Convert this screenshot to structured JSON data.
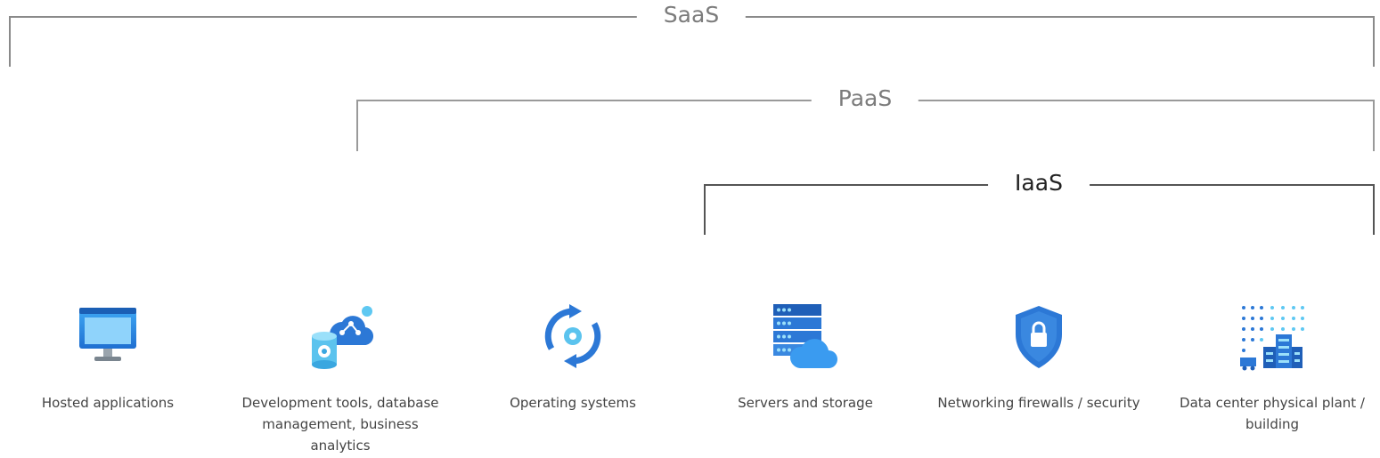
{
  "tiers": {
    "saas": "SaaS",
    "paas": "PaaS",
    "iaas": "IaaS"
  },
  "layers": [
    {
      "label": "Hosted applications",
      "icon": "monitor-icon"
    },
    {
      "label": "Development tools, database management, business analytics",
      "icon": "database-cloud-icon"
    },
    {
      "label": "Operating systems",
      "icon": "refresh-gear-icon"
    },
    {
      "label": "Servers and storage",
      "icon": "server-cloud-icon"
    },
    {
      "label": "Networking firewalls / security",
      "icon": "shield-lock-icon"
    },
    {
      "label": "Data center physical plant / building",
      "icon": "datacenter-building-icon"
    }
  ],
  "colors": {
    "accent": "#1e73d6",
    "light_accent": "#5eb8f0",
    "bracket_light": "#8a8a8a",
    "bracket_dark": "#555555"
  }
}
